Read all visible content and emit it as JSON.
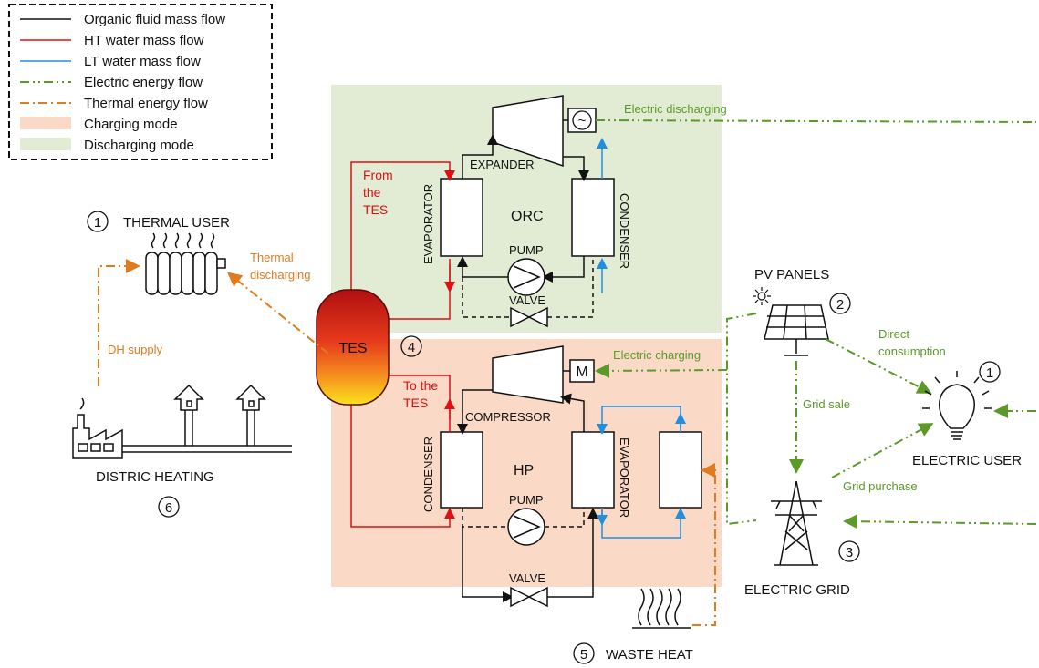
{
  "legend": {
    "items": [
      {
        "label": "Organic fluid mass flow",
        "color": "#111111",
        "style": "solid"
      },
      {
        "label": "HT water mass flow",
        "color": "#e01010",
        "style": "solid"
      },
      {
        "label": "LT water mass flow",
        "color": "#1f8fe0",
        "style": "solid"
      },
      {
        "label": "Electric energy flow",
        "color": "#5b9a28",
        "style": "dash-dot-dot"
      },
      {
        "label": "Thermal energy flow",
        "color": "#e07b1f",
        "style": "dash-dot"
      },
      {
        "label": "Charging mode",
        "color": "#fbd9c7",
        "style": "fill"
      },
      {
        "label": "Discharging mode",
        "color": "#e2ecd4",
        "style": "fill"
      }
    ]
  },
  "orc": {
    "title": "ORC",
    "expander": "EXPANDER",
    "evaporator": "EVAPORATOR",
    "condenser": "CONDENSER",
    "pump": "PUMP",
    "valve": "VALVE",
    "from_tes": [
      "From",
      "the",
      "TES"
    ],
    "electric_discharging": "Electric discharging",
    "generator_symbol": "~"
  },
  "hp": {
    "title": "HP",
    "compressor": "COMPRESSOR",
    "condenser": "CONDENSER",
    "evaporator": "EVAPORATOR",
    "pump": "PUMP",
    "valve": "VALVE",
    "to_tes": [
      "To the",
      "TES"
    ],
    "electric_charging": "Electric charging",
    "motor_symbol": "M"
  },
  "tes": {
    "label": "TES",
    "number": "4"
  },
  "thermal_user": {
    "number": "1",
    "label": "THERMAL USER",
    "discharging": [
      "Thermal",
      "discharging"
    ]
  },
  "district_heating": {
    "label": "DISTRIC HEATING",
    "number": "6",
    "supply": "DH supply"
  },
  "pv": {
    "label": "PV PANELS",
    "number": "2",
    "direct": [
      "Direct",
      "consumption"
    ],
    "grid_sale": "Grid sale"
  },
  "electric_user": {
    "number": "1",
    "label": "ELECTRIC USER"
  },
  "grid": {
    "label": "ELECTRIC GRID",
    "number": "3",
    "purchase": "Grid purchase"
  },
  "waste_heat": {
    "number": "5",
    "label": "WASTE HEAT"
  },
  "colors": {
    "black": "#111111",
    "red": "#e01010",
    "blue": "#1f8fe0",
    "green": "#5b9a28",
    "orange": "#e07b1f",
    "charging": "#fbd9c7",
    "discharging": "#e2ecd4"
  }
}
